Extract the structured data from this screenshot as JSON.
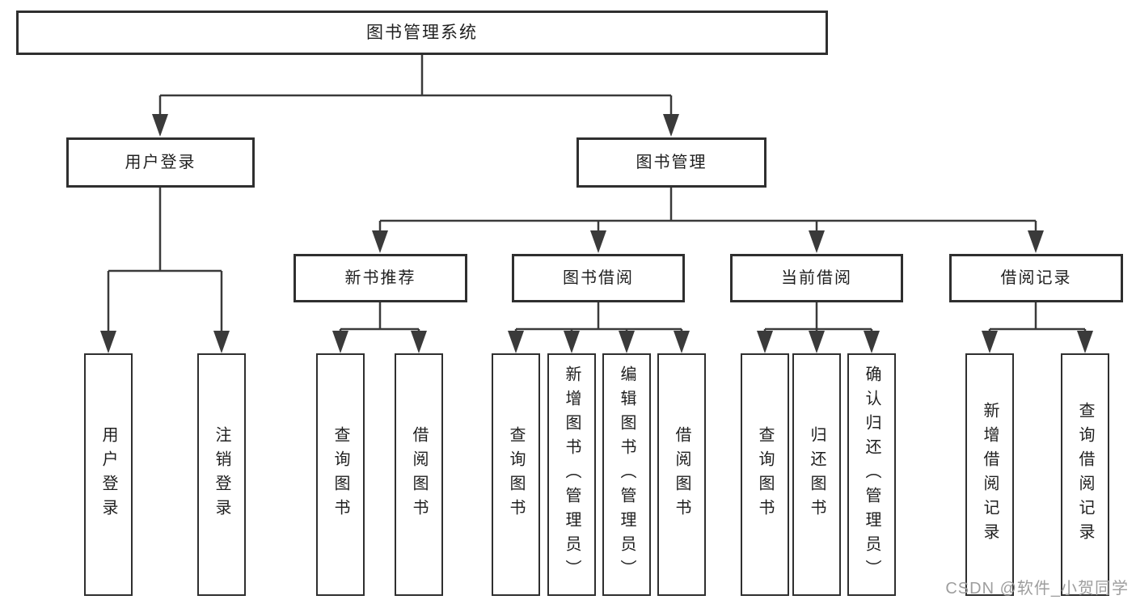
{
  "tree": {
    "root": {
      "label": "图书管理系统"
    },
    "branches": [
      {
        "label": "用户登录",
        "children": [
          {
            "label": "用户登录"
          },
          {
            "label": "注销登录"
          }
        ]
      },
      {
        "label": "图书管理",
        "children": [
          {
            "label": "新书推荐",
            "children": [
              {
                "label": "查询图书"
              },
              {
                "label": "借阅图书"
              }
            ]
          },
          {
            "label": "图书借阅",
            "children": [
              {
                "label": "查询图书"
              },
              {
                "label": "新增图书（管理员）"
              },
              {
                "label": "编辑图书（管理员）"
              },
              {
                "label": "借阅图书"
              }
            ]
          },
          {
            "label": "当前借阅",
            "children": [
              {
                "label": "查询图书"
              },
              {
                "label": "归还图书"
              },
              {
                "label": "确认归还（管理员）"
              }
            ]
          },
          {
            "label": "借阅记录",
            "children": [
              {
                "label": "新增借阅记录"
              },
              {
                "label": "查询借阅记录"
              }
            ]
          }
        ]
      }
    ]
  },
  "icons": {
    "arrow_down": "▼"
  },
  "watermark": {
    "text": "CSDN @软件_小贺同学"
  },
  "colors": {
    "line": "#3a3a3a",
    "box_border": "#2f2f2f",
    "box_fill": "#ffffff",
    "text": "#1f1f1f",
    "background": "#ffffff",
    "watermark": "#9e9e9e"
  }
}
